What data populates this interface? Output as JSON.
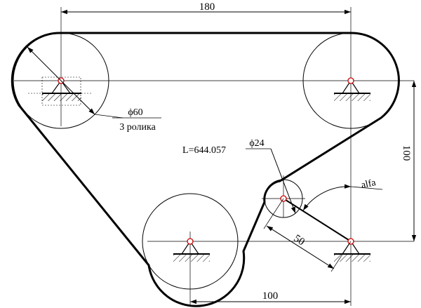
{
  "drawing": {
    "dimensions": {
      "top_width": "180",
      "right_height": "100",
      "bottom_width": "100",
      "arm_length": "50",
      "roller_diameter": "ϕ60",
      "roller_count_note": "3 ролика",
      "idler_diameter": "ϕ24"
    },
    "belt_length": "L=644.057",
    "angle_label": "alfa"
  },
  "colors": {
    "ink": "#000000",
    "center_mark": "#cc0000"
  }
}
